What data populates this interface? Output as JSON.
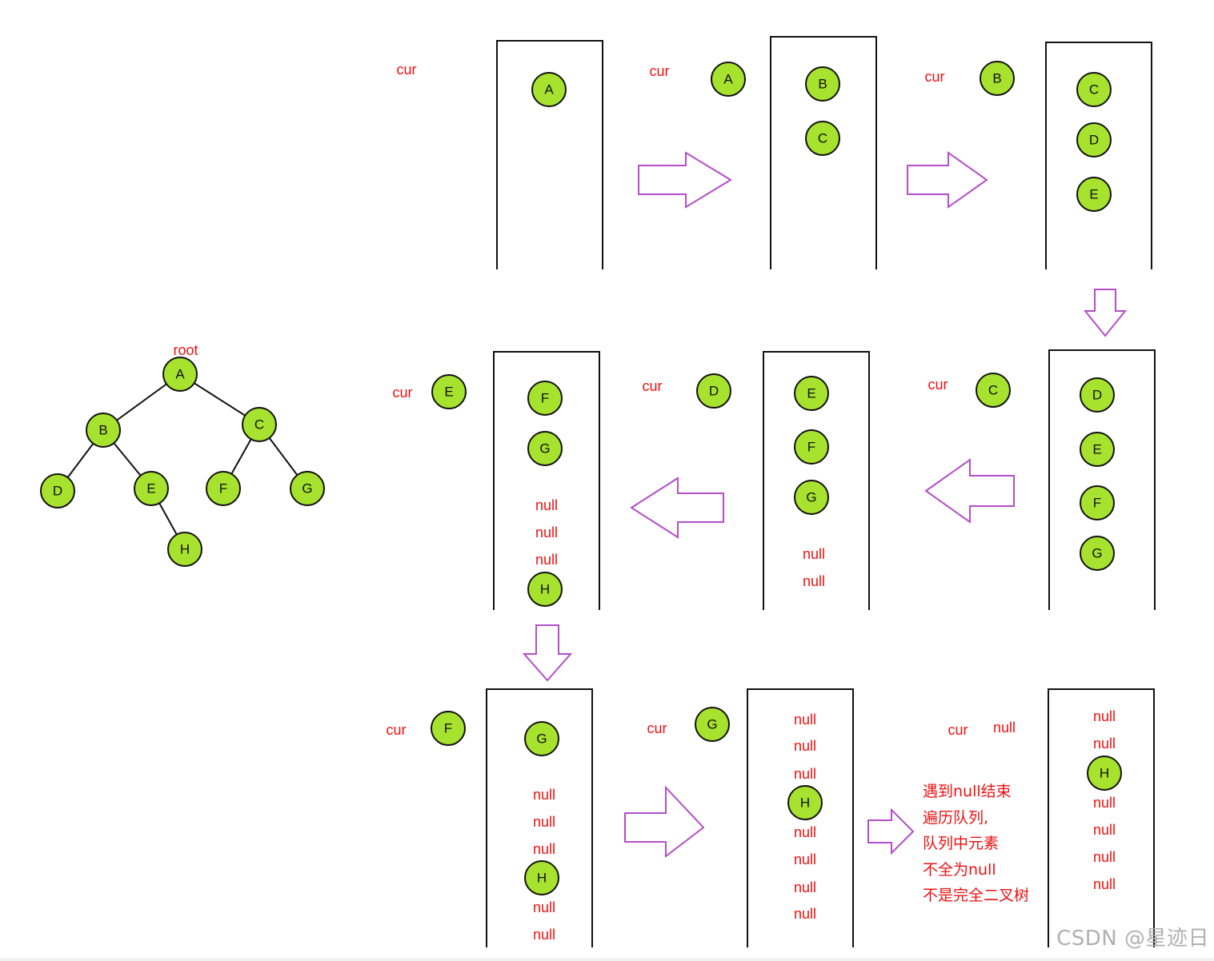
{
  "colors": {
    "node_fill": "#a6e22e",
    "text_red": "#ee1111",
    "arrow_purple": "#b44ec9"
  },
  "tree": {
    "root_label": "root",
    "nodes": [
      "A",
      "B",
      "C",
      "D",
      "E",
      "F",
      "G",
      "H"
    ],
    "edges": [
      [
        "A",
        "B"
      ],
      [
        "A",
        "C"
      ],
      [
        "B",
        "D"
      ],
      [
        "B",
        "E"
      ],
      [
        "C",
        "F"
      ],
      [
        "C",
        "G"
      ],
      [
        "E",
        "H"
      ]
    ]
  },
  "cur_label": "cur",
  "steps": [
    {
      "cur": "",
      "queue": [
        "A"
      ]
    },
    {
      "cur": "A",
      "queue": [
        "B",
        "C"
      ]
    },
    {
      "cur": "B",
      "queue": [
        "C",
        "D",
        "E"
      ]
    },
    {
      "cur": "C",
      "queue": [
        "D",
        "E",
        "F",
        "G"
      ]
    },
    {
      "cur": "D",
      "queue": [
        "E",
        "F",
        "G",
        "null",
        "null"
      ]
    },
    {
      "cur": "E",
      "queue": [
        "F",
        "G",
        "null",
        "null",
        "null",
        "H"
      ]
    },
    {
      "cur": "F",
      "queue": [
        "G",
        "null",
        "null",
        "null",
        "H",
        "null",
        "null"
      ]
    },
    {
      "cur": "G",
      "queue": [
        "null",
        "null",
        "null",
        "H",
        "null",
        "null",
        "null",
        "null"
      ]
    },
    {
      "cur": "null",
      "queue": [
        "null",
        "null",
        "H",
        "null",
        "null",
        "null",
        "null"
      ]
    }
  ],
  "note": [
    "遇到null结束",
    "遍历队列,",
    "队列中元素",
    "不全为null",
    "不是完全二叉树"
  ],
  "watermark": "CSDN @星迹日"
}
